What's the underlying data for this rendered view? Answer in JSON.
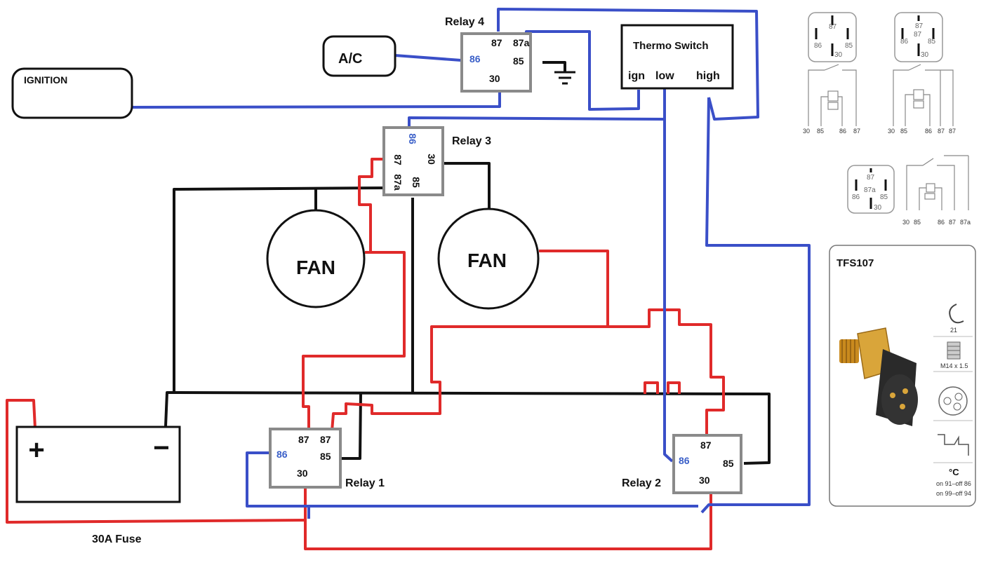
{
  "components": {
    "ignition": "IGNITION",
    "ac": "A/C",
    "thermo_switch": "Thermo Switch",
    "thermo_pins": {
      "ign": "ign",
      "low": "low",
      "high": "high"
    },
    "fan_left": "FAN",
    "fan_right": "FAN",
    "battery_plus": "+",
    "battery_minus": "−",
    "fuse": "30A Fuse"
  },
  "relays": {
    "relay1": {
      "name": "Relay 1",
      "p87a": "87",
      "p87b": "87",
      "p86": "86",
      "p85": "85",
      "p30": "30"
    },
    "relay2": {
      "name": "Relay 2",
      "p87": "87",
      "p86": "86",
      "p85": "85",
      "p30": "30"
    },
    "relay3": {
      "name": "Relay 3",
      "p86": "86",
      "p87": "87",
      "p87a": "87a",
      "p85": "85",
      "p30": "30"
    },
    "relay4": {
      "name": "Relay 4",
      "p87": "87",
      "p87a": "87a",
      "p86": "86",
      "p85": "85",
      "p30": "30"
    }
  },
  "reference_diagrams": {
    "a": {
      "top": "87",
      "left": "86",
      "right": "85",
      "bottom": "30",
      "pins": [
        "30",
        "85",
        "86",
        "87"
      ]
    },
    "b": {
      "top": "87",
      "top2": "87",
      "left": "86",
      "right": "85",
      "bottom": "30",
      "pins": [
        "30",
        "85",
        "86",
        "87",
        "87"
      ]
    },
    "c": {
      "top": "87",
      "mid": "87a",
      "left": "86",
      "right": "85",
      "bottom": "30",
      "pins": [
        "30",
        "85",
        "86",
        "87",
        "87a"
      ]
    }
  },
  "sensor_card": {
    "title": "TFS107",
    "spec1": "21",
    "spec2": "M14 x 1.5",
    "unit": "°C",
    "range1": "on 91–off 86",
    "range2": "on 99–off 94"
  },
  "colors": {
    "blue_wire": "#3a4fc8",
    "red_wire": "#e02a2a",
    "black_wire": "#111111",
    "relay_border": "#8a8a8a"
  }
}
